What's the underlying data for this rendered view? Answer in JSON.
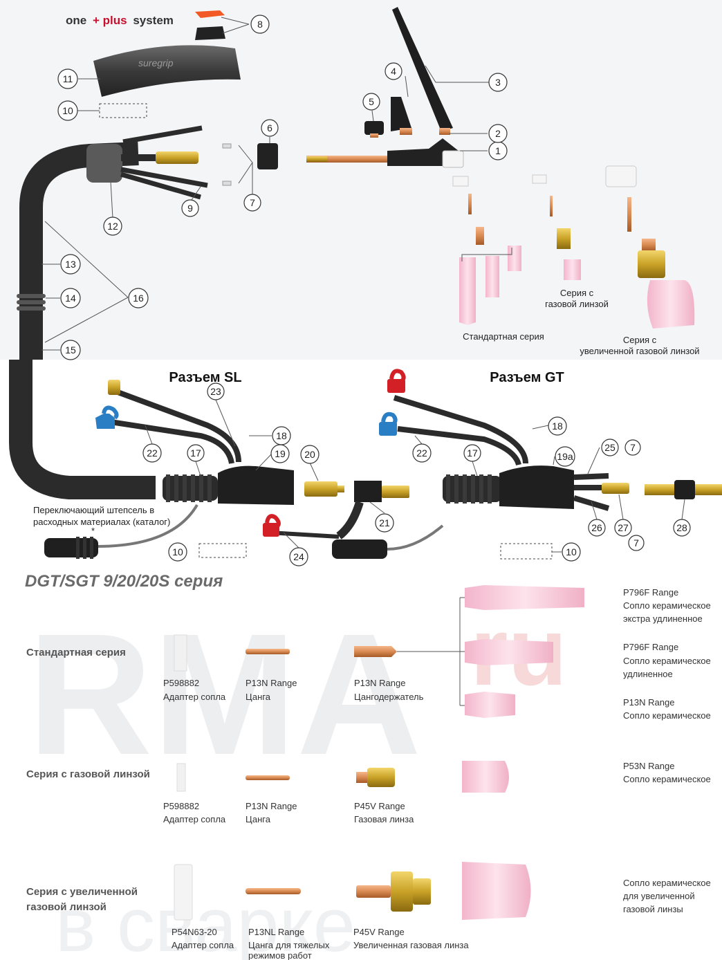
{
  "brand": {
    "one": "one",
    "plus": "+ plus",
    "system": "system"
  },
  "handle_print": "suregrip",
  "callouts": [
    "1",
    "2",
    "3",
    "4",
    "5",
    "6",
    "7",
    "8",
    "9",
    "10",
    "11",
    "12",
    "13",
    "14",
    "15",
    "16",
    "17",
    "18",
    "19",
    "20",
    "21",
    "22",
    "23",
    "24",
    "25",
    "26",
    "27",
    "28",
    "19a"
  ],
  "consumables_top": {
    "gas_lens_series": [
      "Серия с",
      "газовой линзой"
    ],
    "standard_series": "Стандартная серия",
    "large_gas_lens_series": [
      "Серия с",
      "увеличенной газовой линзой"
    ]
  },
  "connectors": {
    "sl": "Разъем SL",
    "gt": "Разъем GT"
  },
  "switch_plug": [
    "Переключающий штепсель в",
    "расходных материалах (каталог)",
    "*"
  ],
  "series_title": "DGT/SGT 9/20/20S серия",
  "rows": [
    {
      "title": [
        "Стандартная серия"
      ],
      "parts": [
        {
          "code": "P598882",
          "name": "Адаптер сопла"
        },
        {
          "code": "P13N Range",
          "name": "Цанга"
        },
        {
          "code": "P13N Range",
          "name": "Цангодержатель"
        }
      ]
    },
    {
      "title": [
        "Серия с газовой линзой"
      ],
      "parts": [
        {
          "code": "P598882",
          "name": "Адаптер сопла"
        },
        {
          "code": "P13N Range",
          "name": "Цанга"
        },
        {
          "code": "P45V Range",
          "name": "Газовая линза"
        }
      ]
    },
    {
      "title": [
        "Серия с увеличенной",
        "газовой линзой"
      ],
      "parts": [
        {
          "code": "P54N63-20",
          "name": "Адаптер сопла"
        },
        {
          "code": "P13NL Range",
          "name": "Цанга для тяжелых",
          "name2": "режимов работ"
        },
        {
          "code": "P45V Range",
          "name": "Увеличенная газовая линза"
        }
      ]
    }
  ],
  "nozzles": [
    {
      "code": "P796F Range",
      "desc": [
        "Сопло керамическое",
        "экстра удлиненное"
      ]
    },
    {
      "code": "P796F Range",
      "desc": [
        "Сопло керамическое",
        "удлиненное"
      ]
    },
    {
      "code": "P13N Range",
      "desc": [
        "Сопло керамическое"
      ]
    },
    {
      "code": "P53N Range",
      "desc": [
        "Сопло керамическое"
      ]
    },
    {
      "code": "",
      "desc": [
        "Сопло керамическое",
        "для увеличенной",
        "газовой линзы"
      ]
    }
  ],
  "watermark": [
    "RMA",
    "ru",
    "в сварке"
  ],
  "colors": {
    "cable": "#2b2b2b",
    "brass": "#c9a227",
    "copper": "#d98a52",
    "ceramic": "#f6c9d8",
    "red_cap": "#d32027",
    "blue_cap": "#2a7fc4",
    "watermark": "#e9ecef"
  }
}
